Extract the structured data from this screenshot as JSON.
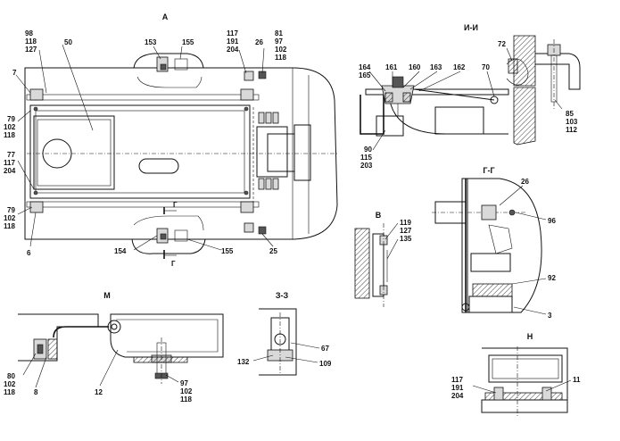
{
  "views": {
    "a": {
      "title": "А",
      "callouts": {
        "c98": "98",
        "c118a": "118",
        "c127": "127",
        "c50": "50",
        "c153": "153",
        "c155a": "155",
        "c117": "117",
        "c191": "191",
        "c204a": "204",
        "c26a": "26",
        "c81": "81",
        "c97a": "97",
        "c102a": "102",
        "c118b": "118",
        "c7": "7",
        "c79a": "79",
        "c102b": "102",
        "c118c": "118",
        "c77": "77",
        "c117b": "117",
        "c204b": "204",
        "c79b": "79",
        "c102c": "102",
        "c118d": "118",
        "c6": "6",
        "c154": "154",
        "c155b": "155",
        "c25": "25",
        "cutG1": "Г",
        "cutG2": "Г"
      }
    },
    "ii": {
      "title": "И-И",
      "callouts": {
        "c72": "72",
        "c164": "164",
        "c165": "165",
        "c161": "161",
        "c160": "160",
        "c163": "163",
        "c162": "162",
        "c70": "70",
        "c85": "85",
        "c103": "103",
        "c112": "112",
        "c90": "90",
        "c115": "115",
        "c203": "203"
      }
    },
    "v": {
      "title": "В",
      "callouts": {
        "c119": "119",
        "c127": "127",
        "c135": "135"
      }
    },
    "gg": {
      "title": "Г-Г",
      "callouts": {
        "c26": "26",
        "c96": "96",
        "c92": "92",
        "c3": "3"
      }
    },
    "m": {
      "title": "М",
      "callouts": {
        "c80": "80",
        "c102a": "102",
        "c118a": "118",
        "c8": "8",
        "c12": "12",
        "c97": "97",
        "c102b": "102",
        "c118b": "118"
      }
    },
    "zz": {
      "title": "З-З",
      "callouts": {
        "c67": "67",
        "c132": "132",
        "c109": "109"
      }
    },
    "n": {
      "title": "Н",
      "callouts": {
        "c117": "117",
        "c191": "191",
        "c204": "204",
        "c11": "11"
      }
    }
  }
}
